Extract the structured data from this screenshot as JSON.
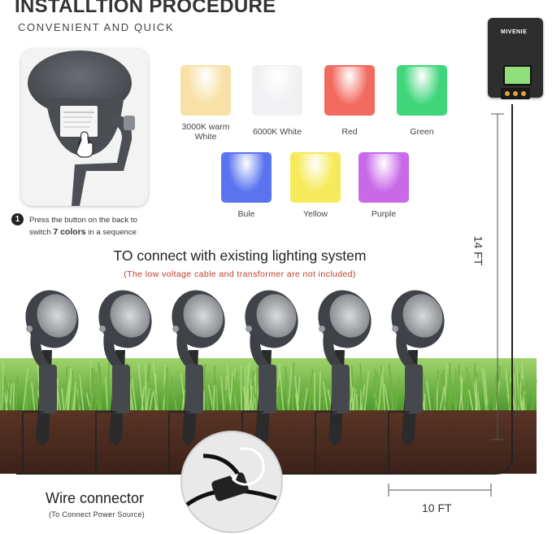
{
  "header": {
    "title": "INSTALLTION PROCEDURE",
    "subtitle": "CONVENIENT AND QUICK"
  },
  "step": {
    "number": "1",
    "text_before": "Press the button on the back to switch ",
    "text_bold": "7 colors",
    "text_after": " in a sequence"
  },
  "colors": [
    {
      "label": "3000K warm White",
      "color": "#f7e1a6"
    },
    {
      "label": "6000K White",
      "color": "#f1f1f4"
    },
    {
      "label": "Red",
      "color": "#f26a5e"
    },
    {
      "label": "Green",
      "color": "#3fd57a"
    },
    {
      "label": "Bule",
      "color": "#5a74f0"
    },
    {
      "label": "Yellow",
      "color": "#f6ea5a"
    },
    {
      "label": "Purple",
      "color": "#c86ae8"
    }
  ],
  "connect": {
    "headline": "TO connect with existing lighting system",
    "note": "(The low voltage cable and transformer are not included)"
  },
  "dimensions": {
    "height": "14 FT",
    "spacing": "10 FT"
  },
  "wire": {
    "title": "Wire connector",
    "subtitle": "(To Connect Power Source)"
  },
  "transformer": {
    "brand": "MIVENIE"
  },
  "lights_count": 6
}
